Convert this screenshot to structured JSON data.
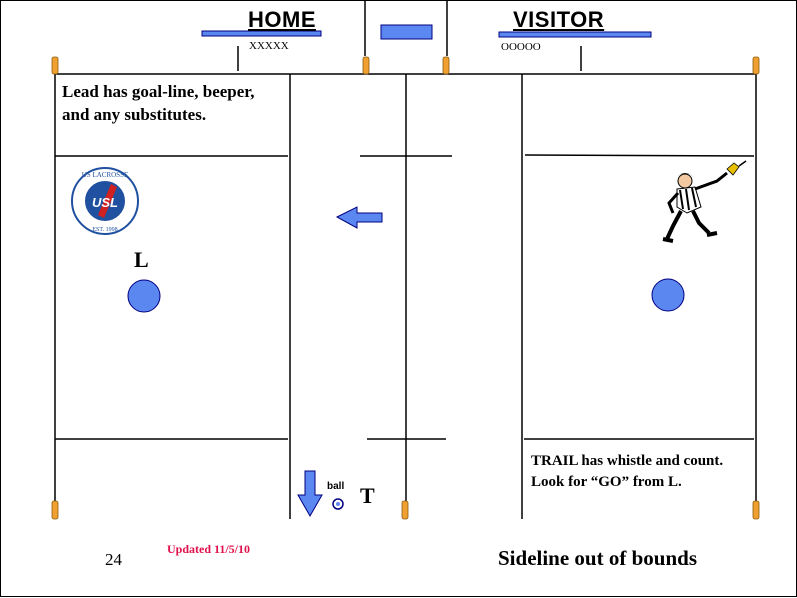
{
  "teams": {
    "home": "HOME",
    "home_abbr": "XXXXX",
    "visitor": "VISITOR",
    "visitor_abbr": "OOOOO"
  },
  "notes": {
    "lead_note": "Lead has goal-line, beeper, and any substitutes.",
    "trail_note": "TRAIL has whistle and count.  Look for “GO” from L."
  },
  "labels": {
    "lead": "L",
    "trail": "T",
    "ball": "ball"
  },
  "logo": {
    "text_top": "US LACROSSE",
    "text_mid": "USL",
    "text_bottom": "EST. 1998"
  },
  "footer": {
    "slide_number": "24",
    "updated": "Updated 11/5/10",
    "title": "Sideline out of bounds"
  },
  "colors": {
    "marker_fill": "#5b87f0",
    "marker_stroke": "#000080",
    "cone_fill": "#f0a030",
    "updated_text": "#e0104a",
    "logo_blue": "#2050a0"
  },
  "icons": {
    "arrow_left": "arrow-left-icon",
    "arrow_down": "arrow-down-icon",
    "referee": "referee-icon",
    "logo": "us-lacrosse-logo"
  }
}
